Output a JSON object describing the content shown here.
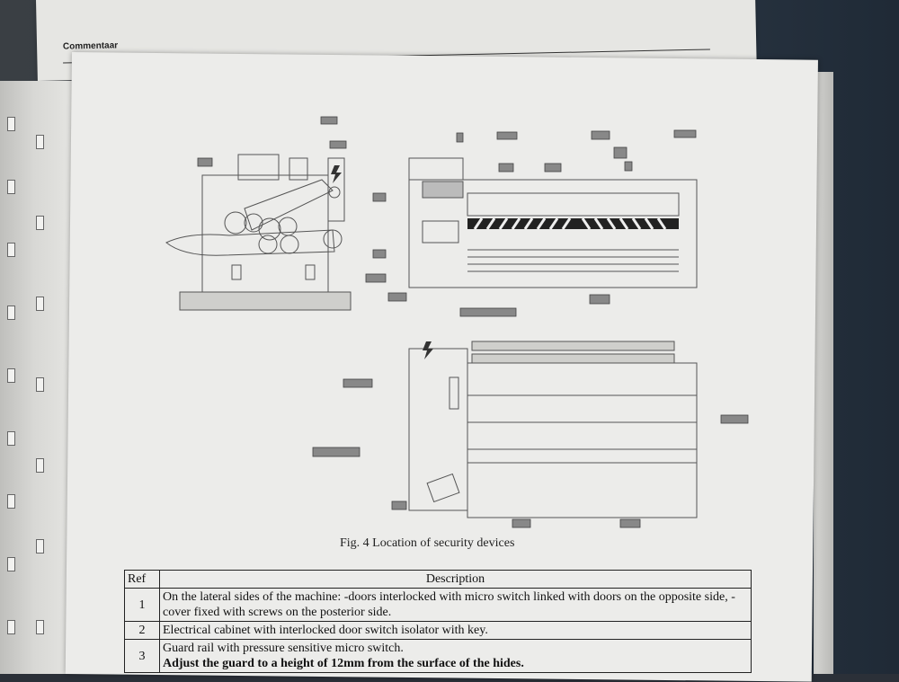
{
  "background_doc": {
    "header": "Commentaar"
  },
  "figure": {
    "caption": "Fig. 4 Location of security devices"
  },
  "table": {
    "headers": {
      "ref": "Ref",
      "description": "Description"
    },
    "rows": [
      {
        "ref": "1",
        "description": "On the lateral sides of the machine: -doors interlocked with micro switch linked with doors on the opposite side, -cover fixed with screws on the posterior side.",
        "note": ""
      },
      {
        "ref": "2",
        "description": "Electrical cabinet with interlocked door switch isolator with key.",
        "note": ""
      },
      {
        "ref": "3",
        "description": "Guard rail with pressure sensitive micro switch.",
        "note": "Adjust the guard to a height of 12mm from the surface of the hides."
      }
    ]
  }
}
